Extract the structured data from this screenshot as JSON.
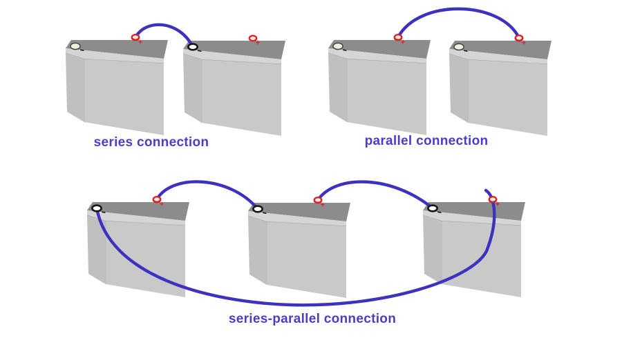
{
  "diagram": {
    "background_color": "#ffffff",
    "wire_color": "#3d31bf",
    "label_color": "#4a3ec6",
    "battery_style": {
      "top_color": "#8c8c8c",
      "rim_color": "#d5d5d5",
      "rim_line_color": "#9a9a9a",
      "front_color": "#c9c9c9",
      "side_color": "#c0c0c0",
      "terminal_fill": "#f3edde",
      "positive_ring_color": "#da2128",
      "negative_ring_color": "#3d3d3d",
      "plus_mark": "+",
      "minus_mark": "−"
    },
    "groups": [
      {
        "label": "series connection",
        "battery_count": 2
      },
      {
        "label": "parallel connection",
        "battery_count": 2
      },
      {
        "label": "series-parallel connection",
        "battery_count": 3
      }
    ]
  }
}
